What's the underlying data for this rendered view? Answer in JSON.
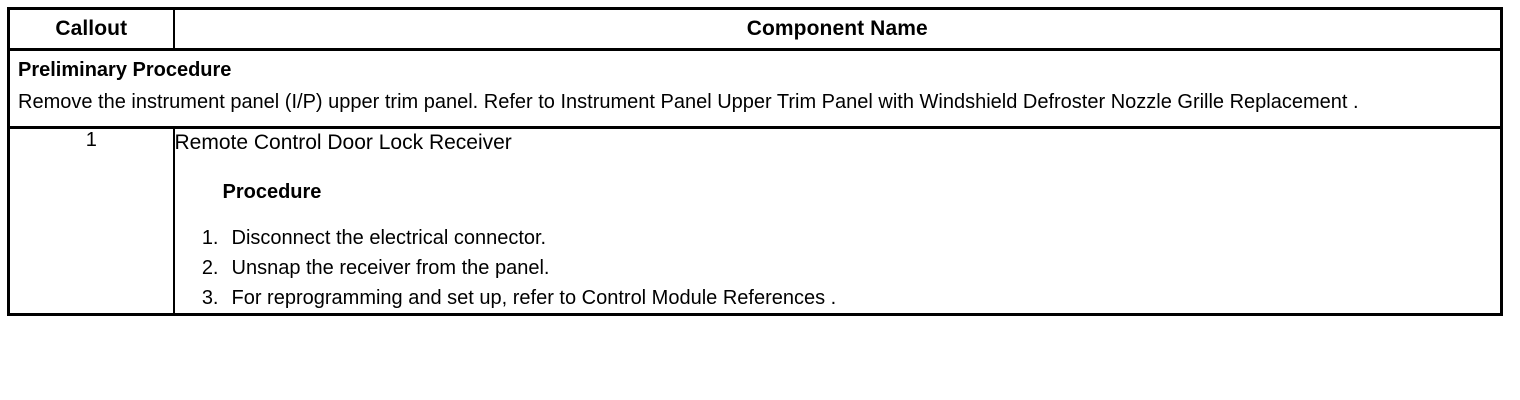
{
  "table": {
    "header": {
      "callout": "Callout",
      "component_name": "Component Name"
    },
    "preliminary": {
      "title": "Preliminary Procedure",
      "body": "Remove the instrument panel (I/P) upper trim panel. Refer to Instrument Panel Upper Trim Panel with Windshield Defroster Nozzle Grille Replacement ."
    },
    "rows": [
      {
        "callout": "1",
        "component_name": "Remote Control Door Lock Receiver",
        "procedure_label": "Procedure",
        "steps": [
          {
            "num": "1.",
            "text": "Disconnect the electrical connector."
          },
          {
            "num": "2.",
            "text": "Unsnap the receiver from the panel."
          },
          {
            "num": "3.",
            "text": "For reprogramming and set up, refer to Control Module References ."
          }
        ]
      }
    ]
  }
}
